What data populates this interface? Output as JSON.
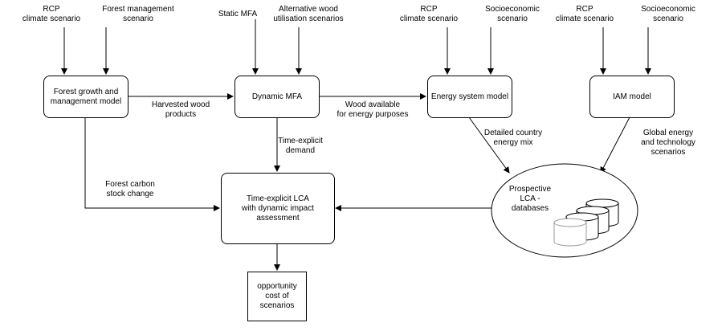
{
  "inputs": {
    "rcp_1": "RCP\nclimate scenario",
    "forest_management": "Forest management\nscenario",
    "static_mfa": "Static MFA",
    "alt_wood": "Alternative wood\nutilisation scenarios",
    "rcp_2": "RCP\nclimate scenario",
    "socio_1": "Socioeconomic\nscenario",
    "rcp_3": "RCP\nclimate scenario",
    "socio_2": "Socioeconomic\nscenario"
  },
  "boxes": {
    "forest_growth": "Forest growth and\nmanagement model",
    "dynamic_mfa": "Dynamic MFA",
    "energy_system": "Energy system model",
    "iam": "IAM model",
    "lca": "Time-explicit LCA\nwith dynamic impact\nassessment",
    "opportunity": "opportunity\ncost of\nscenarios",
    "prospective": "Prospective\nLCA -\ndatabases"
  },
  "edge_labels": {
    "harvested": "Harvested wood\nproducts",
    "wood_available": "Wood available\nfor energy purposes",
    "time_explicit_demand": "Time-explicit\ndemand",
    "forest_carbon": "Forest carbon\nstock change",
    "detailed_mix": "Detailed country\nenergy mix",
    "global_energy": "Global energy\nand technology scenarios"
  }
}
